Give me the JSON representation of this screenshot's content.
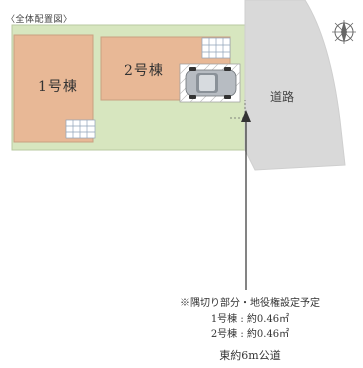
{
  "title": "〈全体配置図〉",
  "buildings": [
    {
      "label": "1号棟"
    },
    {
      "label": "2号棟"
    }
  ],
  "road_label": "道路",
  "notes": {
    "corner_cut": "※隅切り部分・地役権設定予定",
    "building1_area": "1号棟 : 約0.46㎡",
    "building2_area": "2号棟 : 約0.46㎡",
    "road": "東約6m公道"
  },
  "icons": {
    "compass": "north-compass-icon",
    "car": "car-icon",
    "stairs": "stair-grid-icon"
  },
  "colors": {
    "lot": "#d7e6bf",
    "building": "#e8b896",
    "road": "#d9d9d9",
    "stairs": "#ffffff"
  }
}
